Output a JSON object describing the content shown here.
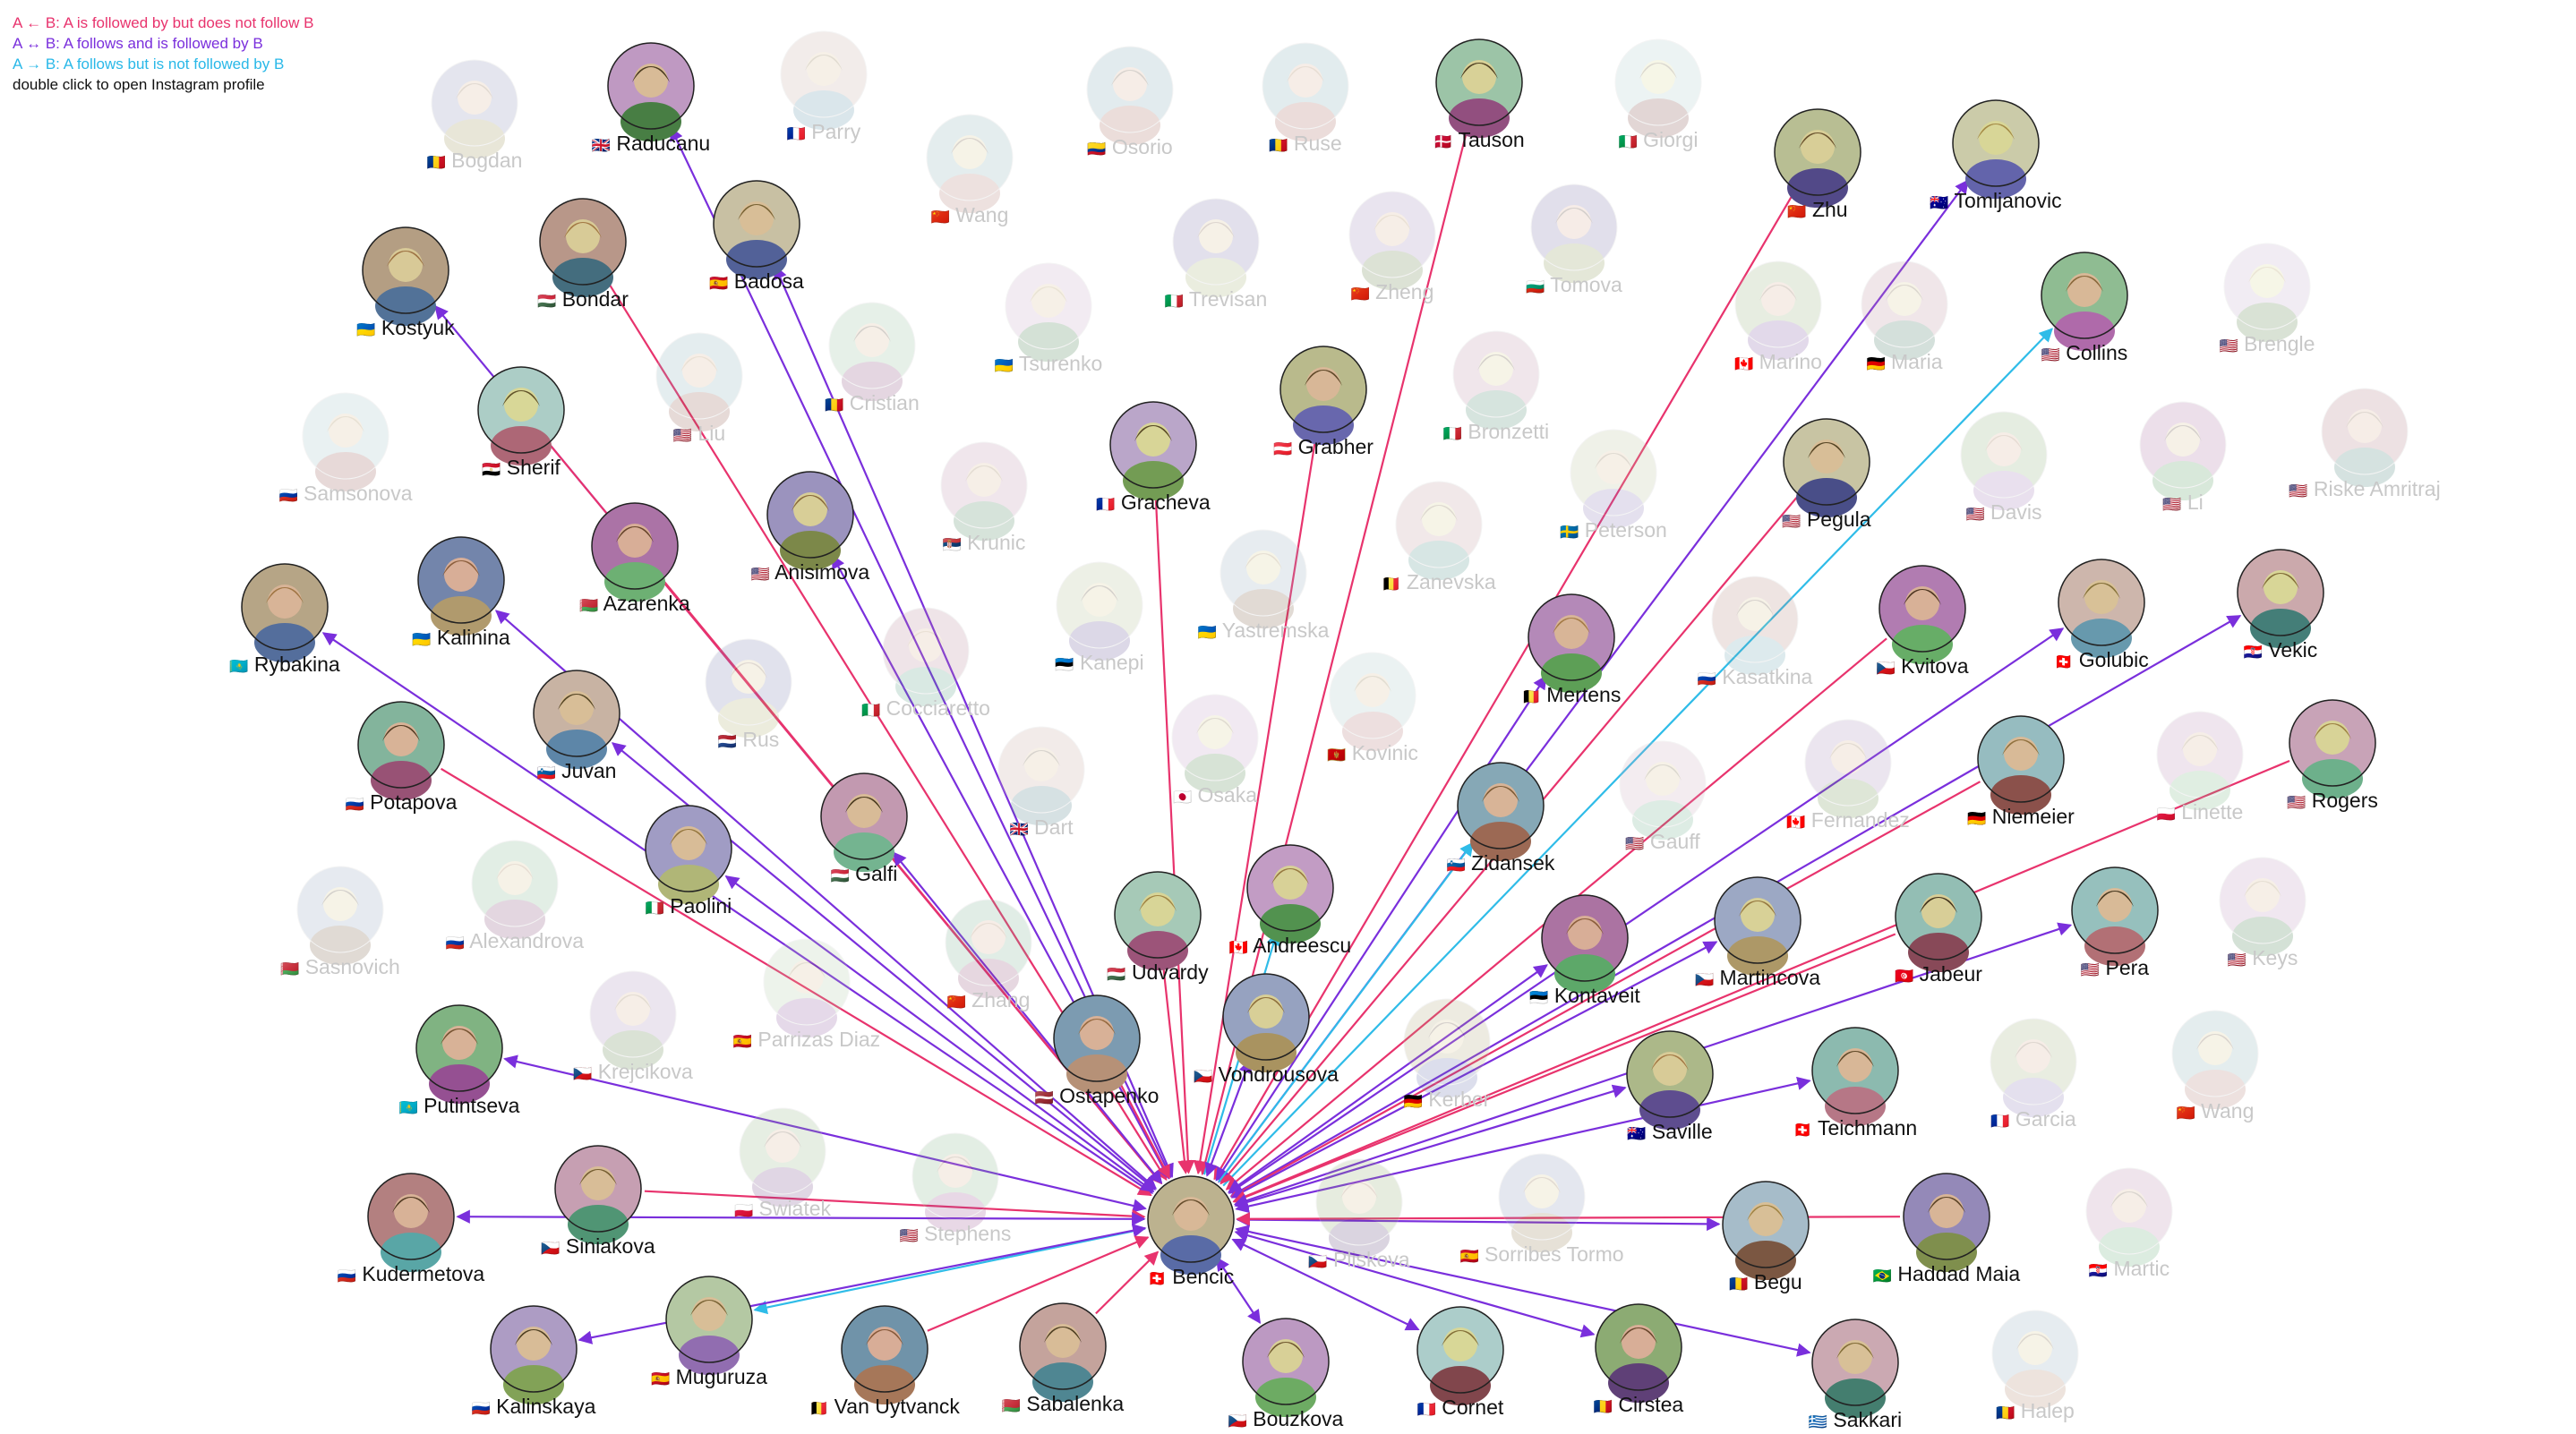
{
  "legend": {
    "line1": "A ← B: A is followed by but does not follow B",
    "line2": "A ↔ B: A follows and is followed by B",
    "line3": "A → B: A follows but is not followed by B",
    "line4": "double click to open Instagram profile"
  },
  "colors": {
    "followed_by_only": "#e8336d",
    "mutual": "#7a2fdc",
    "follows_only": "#2fbce8",
    "faded_label": "#c8c8c8",
    "active_label": "#111111"
  },
  "center": {
    "name": "Bencic",
    "flag": "🇨🇭"
  },
  "active_nodes": [
    {
      "name": "Raducanu",
      "flag": "🇬🇧",
      "rel": "mutual"
    },
    {
      "name": "Tauson",
      "flag": "🇩🇰",
      "rel": "followed_by_only"
    },
    {
      "name": "Badosa",
      "flag": "🇪🇸",
      "rel": "mutual"
    },
    {
      "name": "Bondar",
      "flag": "🇭🇺",
      "rel": "followed_by_only"
    },
    {
      "name": "Kostyuk",
      "flag": "🇺🇦",
      "rel": "mutual"
    },
    {
      "name": "Sherif",
      "flag": "🇪🇬",
      "rel": "followed_by_only"
    },
    {
      "name": "Zhu",
      "flag": "🇨🇳",
      "rel": "followed_by_only"
    },
    {
      "name": "Tomljanovic",
      "flag": "🇦🇺",
      "rel": "mutual"
    },
    {
      "name": "Collins",
      "flag": "🇺🇸",
      "rel": "follows_only"
    },
    {
      "name": "Grabher",
      "flag": "🇦🇹",
      "rel": "followed_by_only"
    },
    {
      "name": "Gracheva",
      "flag": "🇫🇷",
      "rel": "followed_by_only"
    },
    {
      "name": "Anisimova",
      "flag": "🇺🇸",
      "rel": "mutual"
    },
    {
      "name": "Azarenka",
      "flag": "🇧🇾",
      "rel": "followed_by_only"
    },
    {
      "name": "Kalinina",
      "flag": "🇺🇦",
      "rel": "mutual"
    },
    {
      "name": "Rybakina",
      "flag": "🇰🇿",
      "rel": "mutual"
    },
    {
      "name": "Pegula",
      "flag": "🇺🇸",
      "rel": "followed_by_only"
    },
    {
      "name": "Mertens",
      "flag": "🇧🇪",
      "rel": "mutual"
    },
    {
      "name": "Kvitova",
      "flag": "🇨🇿",
      "rel": "followed_by_only"
    },
    {
      "name": "Golubic",
      "flag": "🇨🇭",
      "rel": "mutual"
    },
    {
      "name": "Vekic",
      "flag": "🇭🇷",
      "rel": "mutual"
    },
    {
      "name": "Juvan",
      "flag": "🇸🇮",
      "rel": "mutual"
    },
    {
      "name": "Potapova",
      "flag": "🇷🇺",
      "rel": "followed_by_only"
    },
    {
      "name": "Galfi",
      "flag": "🇭🇺",
      "rel": "mutual"
    },
    {
      "name": "Paolini",
      "flag": "🇮🇹",
      "rel": "mutual"
    },
    {
      "name": "Niemeier",
      "flag": "🇩🇪",
      "rel": "followed_by_only"
    },
    {
      "name": "Rogers",
      "flag": "🇺🇸",
      "rel": "followed_by_only"
    },
    {
      "name": "Zidansek",
      "flag": "🇸🇮",
      "rel": "follows_only"
    },
    {
      "name": "Andreescu",
      "flag": "🇨🇦",
      "rel": "follows_only"
    },
    {
      "name": "Udvardy",
      "flag": "🇭🇺",
      "rel": "followed_by_only"
    },
    {
      "name": "Kontaveit",
      "flag": "🇪🇪",
      "rel": "mutual"
    },
    {
      "name": "Martincova",
      "flag": "🇨🇿",
      "rel": "mutual"
    },
    {
      "name": "Jabeur",
      "flag": "🇹🇳",
      "rel": "followed_by_only"
    },
    {
      "name": "Pera",
      "flag": "🇺🇸",
      "rel": "mutual"
    },
    {
      "name": "Putintseva",
      "flag": "🇰🇿",
      "rel": "mutual"
    },
    {
      "name": "Ostapenko",
      "flag": "🇱🇻",
      "rel": "followed_by_only"
    },
    {
      "name": "Vondrousova",
      "flag": "🇨🇿",
      "rel": "mutual"
    },
    {
      "name": "Saville",
      "flag": "🇦🇺",
      "rel": "mutual"
    },
    {
      "name": "Teichmann",
      "flag": "🇨🇭",
      "rel": "mutual"
    },
    {
      "name": "Siniakova",
      "flag": "🇨🇿",
      "rel": "followed_by_only"
    },
    {
      "name": "Kudermetova",
      "flag": "🇷🇺",
      "rel": "mutual"
    },
    {
      "name": "Begu",
      "flag": "🇷🇴",
      "rel": "mutual"
    },
    {
      "name": "Haddad Maia",
      "flag": "🇧🇷",
      "rel": "followed_by_only"
    },
    {
      "name": "Muguruza",
      "flag": "🇪🇸",
      "rel": "follows_only"
    },
    {
      "name": "Kalinskaya",
      "flag": "🇷🇺",
      "rel": "mutual"
    },
    {
      "name": "Van Uytvanck",
      "flag": "🇧🇪",
      "rel": "followed_by_only"
    },
    {
      "name": "Sabalenka",
      "flag": "🇧🇾",
      "rel": "followed_by_only"
    },
    {
      "name": "Bouzkova",
      "flag": "🇨🇿",
      "rel": "mutual"
    },
    {
      "name": "Cornet",
      "flag": "🇫🇷",
      "rel": "mutual"
    },
    {
      "name": "Cirstea",
      "flag": "🇷🇴",
      "rel": "mutual"
    },
    {
      "name": "Sakkari",
      "flag": "🇬🇷",
      "rel": "mutual"
    }
  ],
  "faded_nodes": [
    {
      "name": "Bogdan",
      "flag": "🇷🇴"
    },
    {
      "name": "Parry",
      "flag": "🇫🇷"
    },
    {
      "name": "Wang",
      "flag": "🇨🇳"
    },
    {
      "name": "Osorio",
      "flag": "🇨🇴"
    },
    {
      "name": "Ruse",
      "flag": "🇷🇴"
    },
    {
      "name": "Giorgi",
      "flag": "🇮🇹"
    },
    {
      "name": "Trevisan",
      "flag": "🇮🇹"
    },
    {
      "name": "Zheng",
      "flag": "🇨🇳"
    },
    {
      "name": "Tomova",
      "flag": "🇧🇬"
    },
    {
      "name": "Tsurenko",
      "flag": "🇺🇦"
    },
    {
      "name": "Cristian",
      "flag": "🇷🇴"
    },
    {
      "name": "Liu",
      "flag": "🇺🇸"
    },
    {
      "name": "Marino",
      "flag": "🇨🇦"
    },
    {
      "name": "Maria",
      "flag": "🇩🇪"
    },
    {
      "name": "Brengle",
      "flag": "🇺🇸"
    },
    {
      "name": "Samsonova",
      "flag": "🇷🇺"
    },
    {
      "name": "Krunic",
      "flag": "🇷🇸"
    },
    {
      "name": "Bronzetti",
      "flag": "🇮🇹"
    },
    {
      "name": "Peterson",
      "flag": "🇸🇪"
    },
    {
      "name": "Davis",
      "flag": "🇺🇸"
    },
    {
      "name": "Li",
      "flag": "🇺🇸"
    },
    {
      "name": "Riske Amritraj",
      "flag": "🇺🇸"
    },
    {
      "name": "Zanevska",
      "flag": "🇧🇪"
    },
    {
      "name": "Yastremska",
      "flag": "🇺🇦"
    },
    {
      "name": "Kanepi",
      "flag": "🇪🇪"
    },
    {
      "name": "Cocciaretto",
      "flag": "🇮🇹"
    },
    {
      "name": "Rus",
      "flag": "🇳🇱"
    },
    {
      "name": "Kasatkina",
      "flag": "🇷🇺"
    },
    {
      "name": "Kovinic",
      "flag": "🇲🇪"
    },
    {
      "name": "Osaka",
      "flag": "🇯🇵"
    },
    {
      "name": "Dart",
      "flag": "🇬🇧"
    },
    {
      "name": "Gauff",
      "flag": "🇺🇸"
    },
    {
      "name": "Fernandez",
      "flag": "🇨🇦"
    },
    {
      "name": "Linette",
      "flag": "🇵🇱"
    },
    {
      "name": "Alexandrova",
      "flag": "🇷🇺"
    },
    {
      "name": "Sasnovich",
      "flag": "🇧🇾"
    },
    {
      "name": "Zhang",
      "flag": "🇨🇳"
    },
    {
      "name": "Keys",
      "flag": "🇺🇸"
    },
    {
      "name": "Parrizas Diaz",
      "flag": "🇪🇸"
    },
    {
      "name": "Krejcikova",
      "flag": "🇨🇿"
    },
    {
      "name": "Kerber",
      "flag": "🇩🇪"
    },
    {
      "name": "Garcia",
      "flag": "🇫🇷"
    },
    {
      "name": "Wang",
      "flag": "🇨🇳"
    },
    {
      "name": "Swiatek",
      "flag": "🇵🇱"
    },
    {
      "name": "Stephens",
      "flag": "🇺🇸"
    },
    {
      "name": "Pliskova",
      "flag": "🇨🇿"
    },
    {
      "name": "Sorribes Tormo",
      "flag": "🇪🇸"
    },
    {
      "name": "Martic",
      "flag": "🇭🇷"
    },
    {
      "name": "Halep",
      "flag": "🇷🇴"
    }
  ]
}
